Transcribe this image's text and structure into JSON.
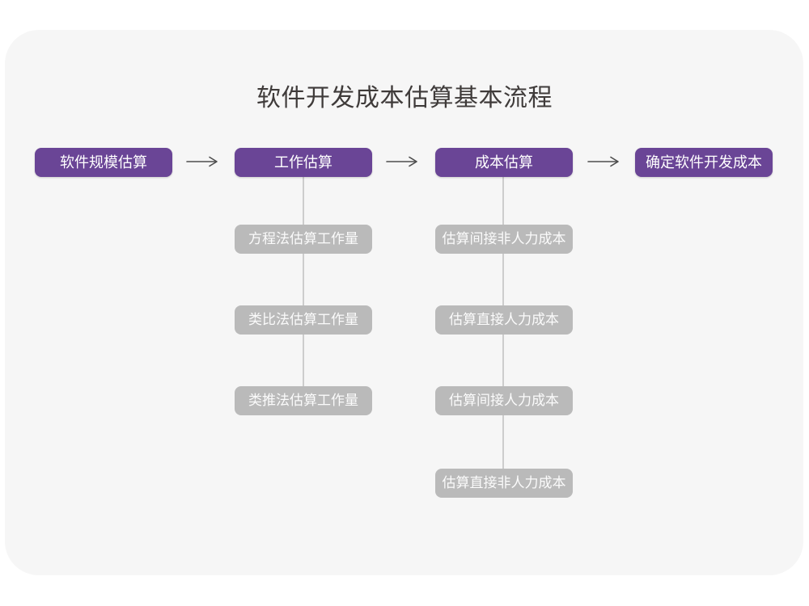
{
  "title": "软件开发成本估算基本流程",
  "colors": {
    "page_background": "#ffffff",
    "card_background": "#f6f6f6",
    "primary_node": "#6a4596",
    "secondary_node": "#bababa",
    "node_text": "#ffffff",
    "title_text": "#3f3b3a",
    "arrow": "#4d4d4d",
    "connector_line": "#cdcdcd"
  },
  "flow": {
    "main_steps": [
      "软件规模估算",
      "工作估算",
      "成本估算",
      "确定软件开发成本"
    ],
    "work_estimation_methods": [
      "方程法估算工作量",
      "类比法估算工作量",
      "类推法估算工作量"
    ],
    "cost_estimation_components": [
      "估算间接非人力成本",
      "估算直接人力成本",
      "估算间接人力成本",
      "估算直接非人力成本"
    ]
  }
}
